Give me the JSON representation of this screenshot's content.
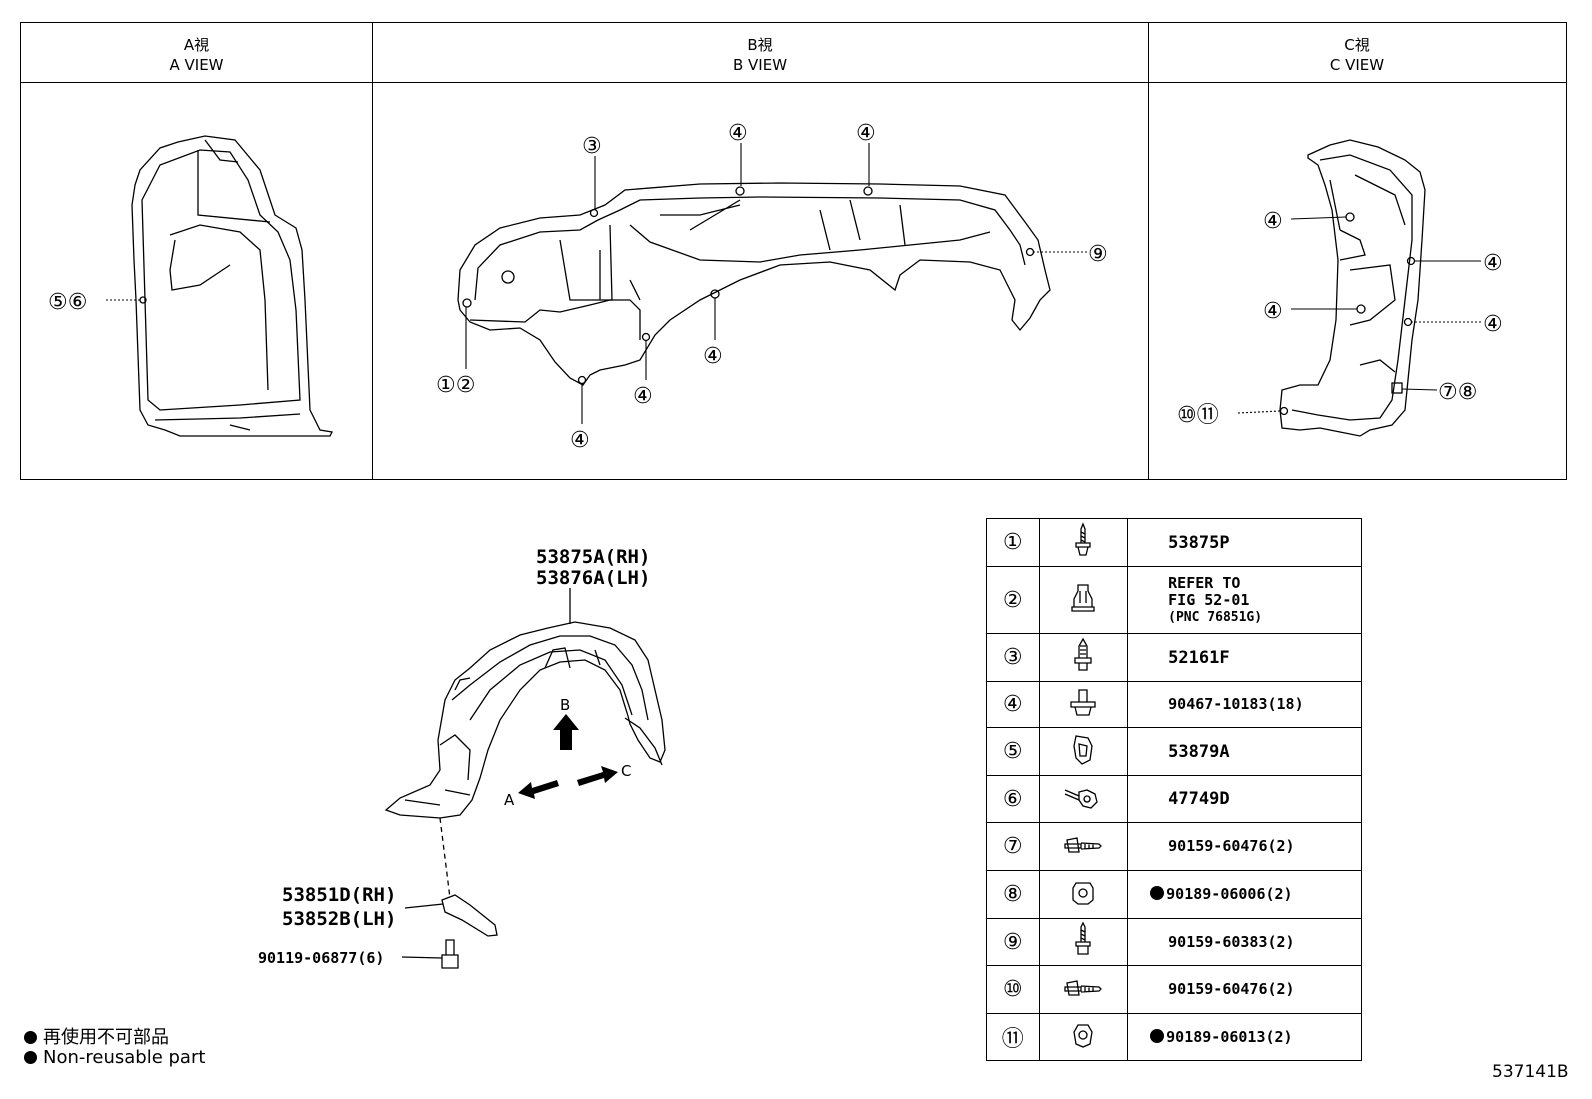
{
  "views": [
    {
      "jp": "A視",
      "en": "A VIEW"
    },
    {
      "jp": "B視",
      "en": "B VIEW"
    },
    {
      "jp": "C視",
      "en": "C VIEW"
    }
  ],
  "callouts": {
    "a_view": [
      "⑤⑥"
    ],
    "b_view": [
      "③",
      "④",
      "④",
      "⑨",
      "①②",
      "④",
      "④",
      "④"
    ],
    "c_view": [
      "④",
      "④",
      "④",
      "④",
      "⑦⑧",
      "⑩⑪"
    ]
  },
  "main_parts": {
    "liner_rh": "53875A(RH)",
    "liner_lh": "53876A(LH)",
    "bracket_rh": "53851D(RH)",
    "bracket_lh": "53852B(LH)",
    "bolt": "90119-06877(6)",
    "arrow_a": "A",
    "arrow_b": "B",
    "arrow_c": "C"
  },
  "parts_table": [
    {
      "num": "①",
      "icon": "screw-grommet-icon",
      "part": "53875P"
    },
    {
      "num": "②",
      "icon": "push-clip-icon",
      "part_lines": [
        "REFER TO",
        "FIG 52-01",
        "(PNC 76851G)"
      ]
    },
    {
      "num": "③",
      "icon": "pin-clip-icon",
      "part": "52161F"
    },
    {
      "num": "④",
      "icon": "rivet-clip-icon",
      "part": "90467-10183(18)"
    },
    {
      "num": "⑤",
      "icon": "nut-clip-icon",
      "part": "53879A"
    },
    {
      "num": "⑥",
      "icon": "rod-clip-icon",
      "part": "47749D"
    },
    {
      "num": "⑦",
      "icon": "screw-icon",
      "part": "90159-60476(2)"
    },
    {
      "num": "⑧",
      "icon": "speed-nut-icon",
      "part": "90189-06006(2)",
      "non_reusable": true
    },
    {
      "num": "⑨",
      "icon": "screw-vertical-icon",
      "part": "90159-60383(2)"
    },
    {
      "num": "⑩",
      "icon": "screw-icon",
      "part": "90159-60476(2)"
    },
    {
      "num": "⑪",
      "icon": "speed-nut-icon",
      "part": "90189-06013(2)",
      "non_reusable": true
    }
  ],
  "legend": {
    "jp": "再使用不可部品",
    "en": "Non-reusable part"
  },
  "figure_id": "537141B"
}
